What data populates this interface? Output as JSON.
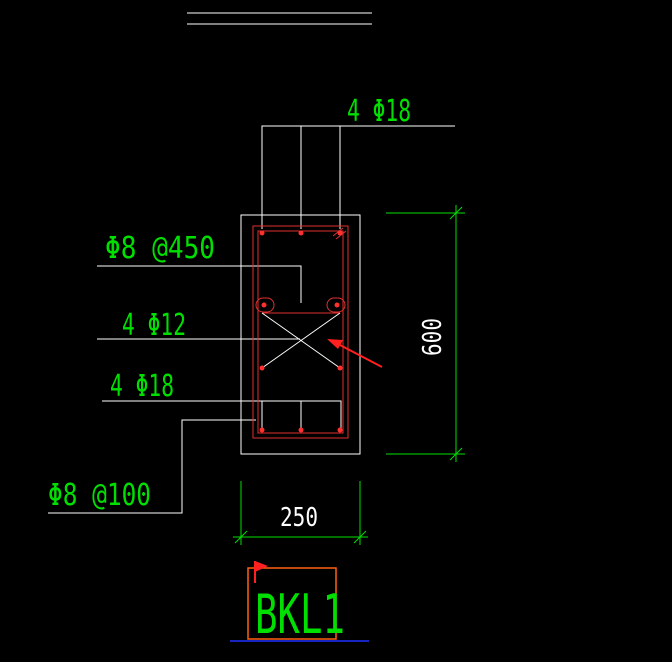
{
  "labels": {
    "top_bars": "4 Φ18",
    "stirrup_top": "Φ8 @450",
    "middle_bars": "4 Φ12",
    "bottom_bars": "4 Φ18",
    "stirrup_main": "Φ8 @100"
  },
  "dimensions": {
    "height": "600",
    "width": "250"
  },
  "section_name": "BKL1",
  "colors": {
    "background": "#000000",
    "text_leader": "#00e000",
    "outline": "#ffffff",
    "rebar": "#e03030",
    "arrow": "#ff2020",
    "title_box": "#ff6010",
    "underline": "#2030ff"
  }
}
